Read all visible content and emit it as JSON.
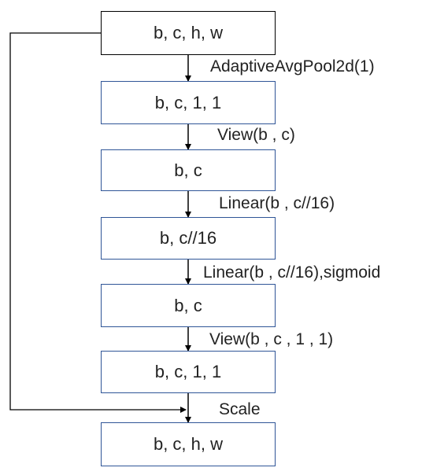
{
  "colors": {
    "first_box_border": "#000000",
    "box_border": "#2f5597",
    "arrow": "#000000",
    "text": "#222222",
    "background": "#ffffff"
  },
  "nodes": [
    {
      "id": "input",
      "label": "b, c, h, w"
    },
    {
      "id": "pooled",
      "label": "b, c, 1, 1"
    },
    {
      "id": "viewed",
      "label": "b, c"
    },
    {
      "id": "reduced",
      "label": "b, c//16"
    },
    {
      "id": "excited",
      "label": "b, c"
    },
    {
      "id": "reshaped",
      "label": "b, c, 1, 1"
    },
    {
      "id": "output",
      "label": "b, c, h, w"
    }
  ],
  "operations": [
    {
      "label": "AdaptiveAvgPool2d(1)"
    },
    {
      "label": "View(b , c)"
    },
    {
      "label": "Linear(b , c//16)"
    },
    {
      "label": "Linear(b , c//16),sigmoid"
    },
    {
      "label": "View(b , c , 1 , 1)"
    },
    {
      "label": "Scale"
    }
  ]
}
